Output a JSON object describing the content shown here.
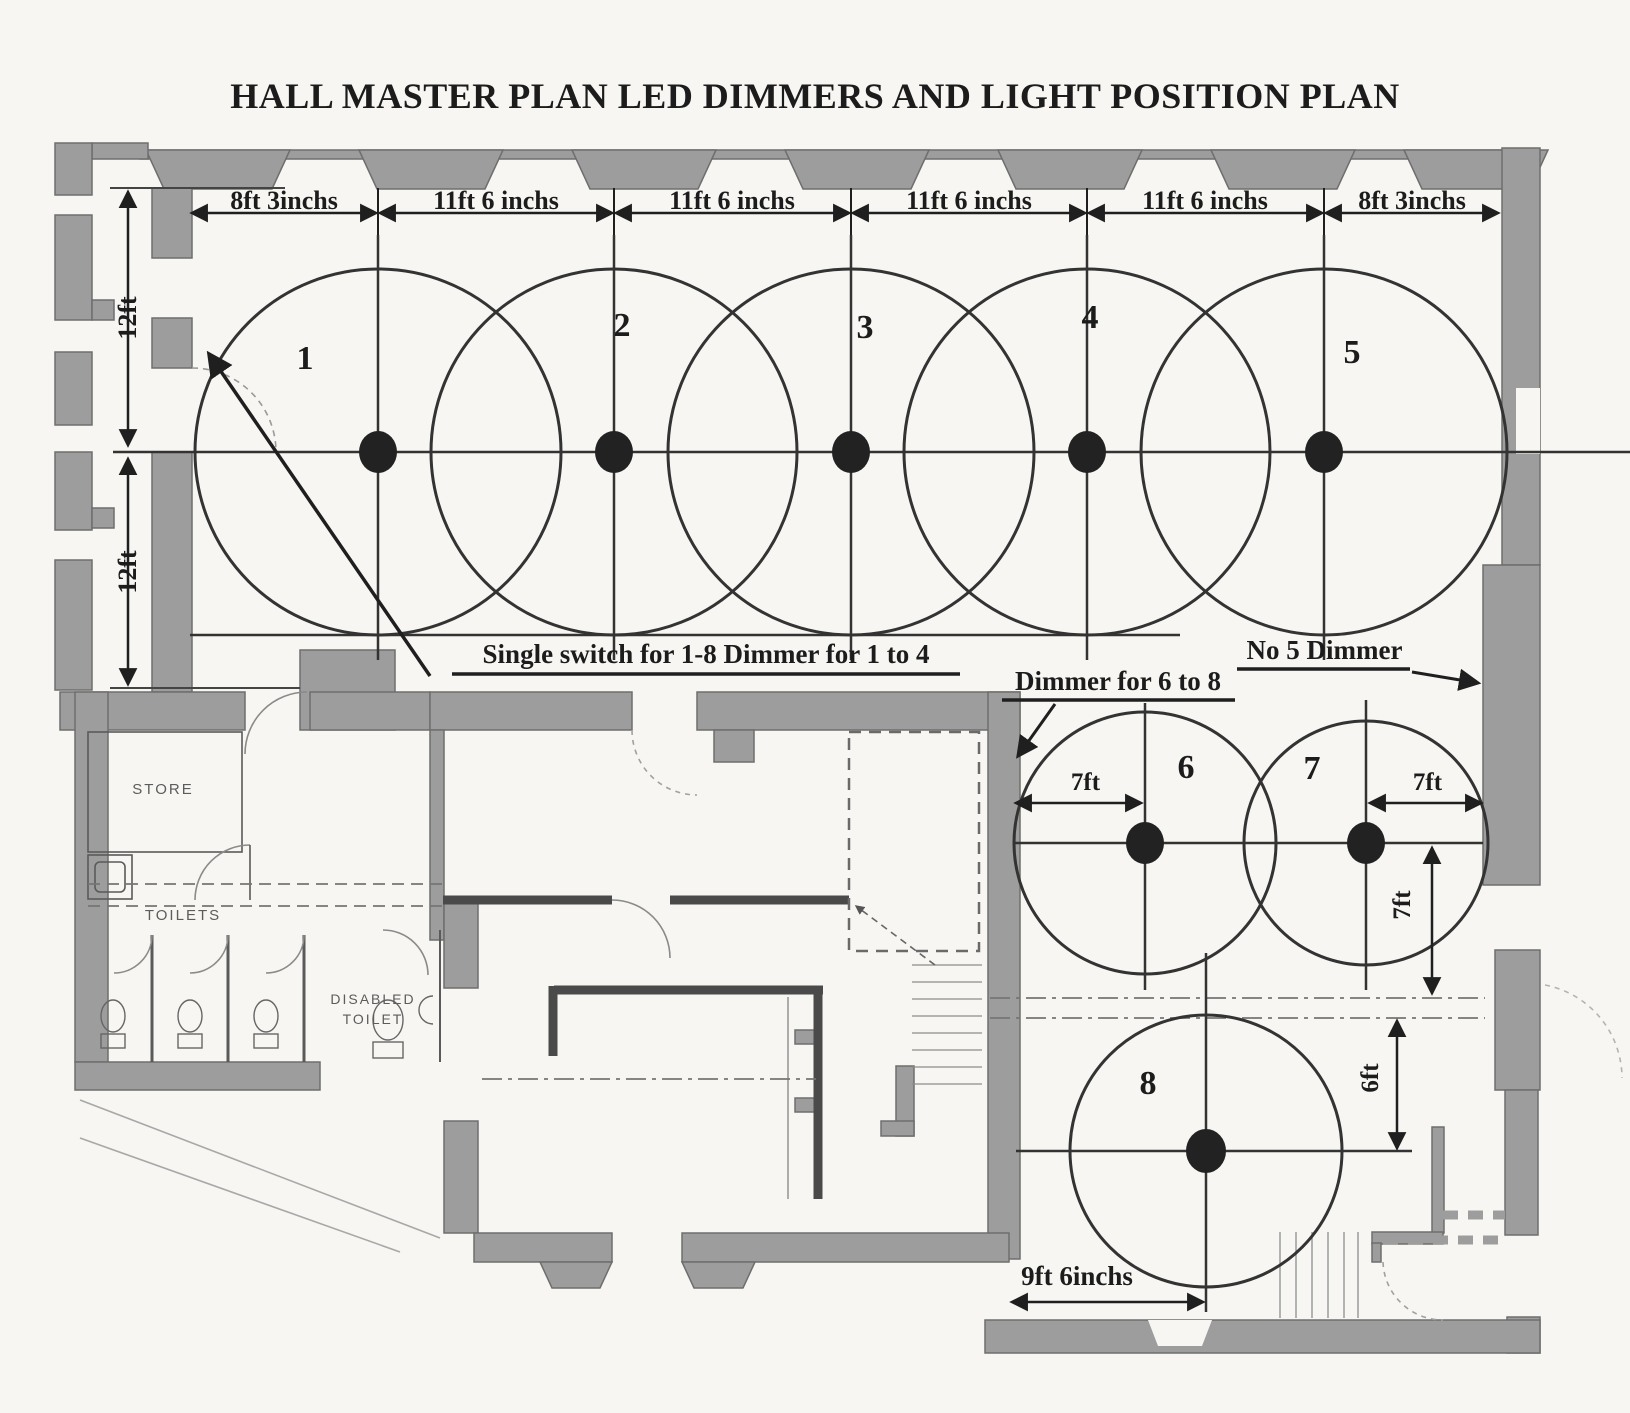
{
  "title": "HALL MASTER PLAN LED  DIMMERS AND LIGHT POSITION PLAN",
  "top_dimensions": [
    "8ft 3inchs",
    "11ft 6 inchs",
    "11ft 6 inchs",
    "11ft 6 inchs",
    "11ft 6 inchs",
    "8ft 3inchs"
  ],
  "side_dimensions": {
    "upper": "12ft",
    "lower": "12ft"
  },
  "lights": [
    {
      "label": "1"
    },
    {
      "label": "2"
    },
    {
      "label": "3"
    },
    {
      "label": "4"
    },
    {
      "label": "5"
    },
    {
      "label": "6"
    },
    {
      "label": "7"
    },
    {
      "label": "8"
    }
  ],
  "notes": {
    "single_switch": "Single switch for 1-8 Dimmer for 1 to 4",
    "no5": "No 5 Dimmer",
    "dimmer_6_8": "Dimmer for 6 to 8"
  },
  "local_dimensions": {
    "circle6_radius": "7ft",
    "circle7_radius": "7ft",
    "circle7_vertical": "7ft",
    "circle8_vertical": "6ft",
    "circle8_horizontal": "9ft 6inchs"
  },
  "rooms": {
    "store": "STORE",
    "toilets": "TOILETS",
    "disabled_line1": "DISABLED",
    "disabled_line2": "TOILET"
  },
  "colors": {
    "wall": "#9d9d9d",
    "line": "#333333",
    "dimension": "#1f1f1f",
    "paper": "#f7f6f3"
  }
}
